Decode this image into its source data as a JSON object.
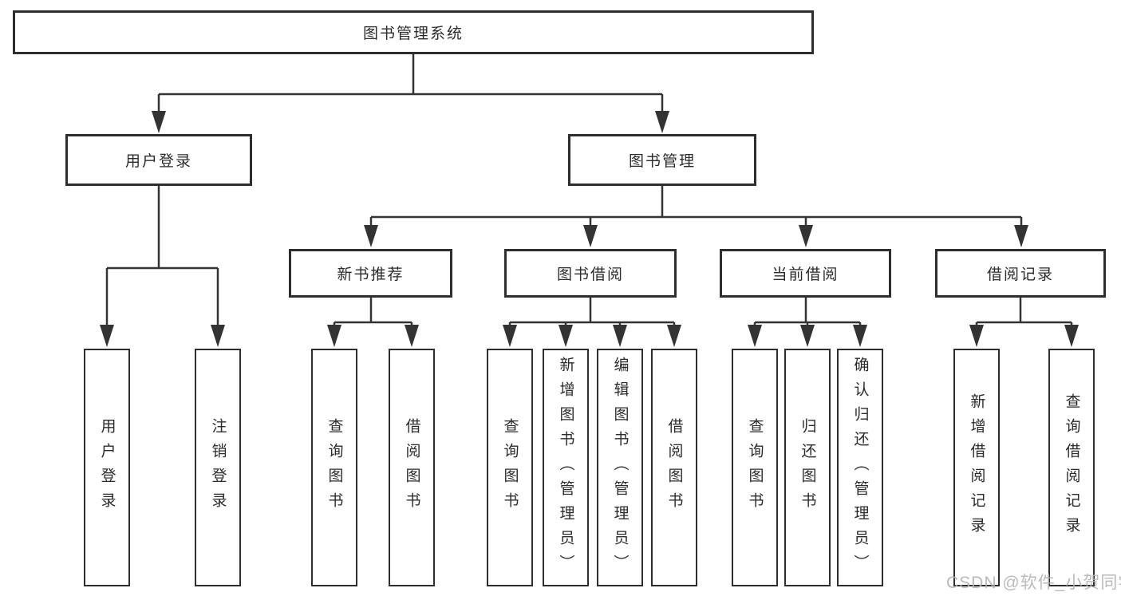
{
  "tree": {
    "root": {
      "label": "图书管理系统"
    },
    "branches": [
      {
        "label": "用户登录",
        "children": [
          {
            "label": "用户登录"
          },
          {
            "label": "注销登录"
          }
        ]
      },
      {
        "label": "图书管理",
        "children": [
          {
            "label": "新书推荐",
            "children": [
              {
                "label": "查询图书"
              },
              {
                "label": "借阅图书"
              }
            ]
          },
          {
            "label": "图书借阅",
            "children": [
              {
                "label": "查询图书"
              },
              {
                "label": "新增图书（管理员）"
              },
              {
                "label": "编辑图书（管理员）"
              },
              {
                "label": "借阅图书"
              }
            ]
          },
          {
            "label": "当前借阅",
            "children": [
              {
                "label": "查询图书"
              },
              {
                "label": "归还图书"
              },
              {
                "label": "确认归还（管理员）"
              }
            ]
          },
          {
            "label": "借阅记录",
            "children": [
              {
                "label": "新增借阅记录"
              },
              {
                "label": "查询借阅记录"
              }
            ]
          }
        ]
      }
    ]
  },
  "watermark": {
    "text": "CSDN @软件_小贺同学"
  },
  "colors": {
    "line": "#333333",
    "border": "#2e2e2e",
    "text": "#2b2b2b",
    "watermark": "#b3b3b3",
    "background": "#ffffff"
  }
}
